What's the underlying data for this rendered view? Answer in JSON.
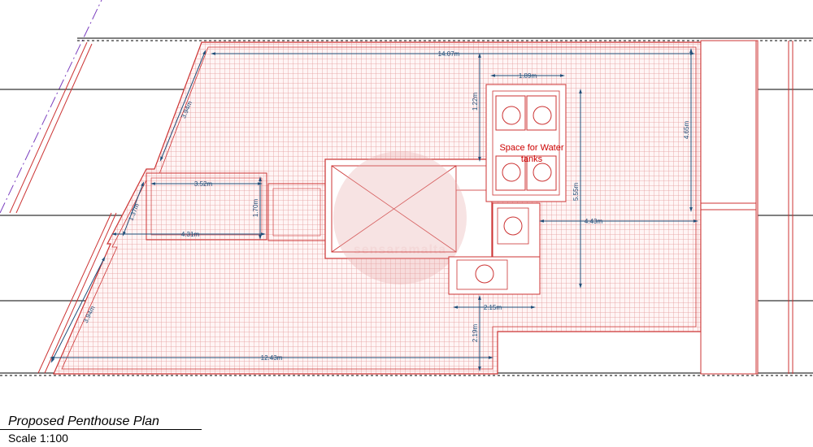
{
  "plan": {
    "title": "Proposed Penthouse Plan",
    "scale": "Scale 1:100",
    "note": [
      "Space for Water",
      "tanks"
    ],
    "watermark": "sensaramalta",
    "dimensions": {
      "top_width": "14.07m",
      "upper_left_side": "3.94m",
      "tank_width": "1.89m",
      "tank_depth": "1.22m",
      "right_upper": "4.65m",
      "shaft_height": "5.55m",
      "right_lower": "4.43m",
      "alcove_top": "3.52m",
      "alcove_left": "1.37m",
      "alcove_right": "1.70m",
      "alcove_bottom": "4.31m",
      "lower_left_side": "3.94m",
      "step_width": "2.15m",
      "step_depth": "2.19m",
      "bottom_width": "12.43m"
    }
  },
  "colors": {
    "wall": "#cc3333",
    "hatch": "#e8a0a0",
    "dimension": "#1f4e79",
    "boundary": "#000000",
    "axis": "#7b3fbf"
  }
}
